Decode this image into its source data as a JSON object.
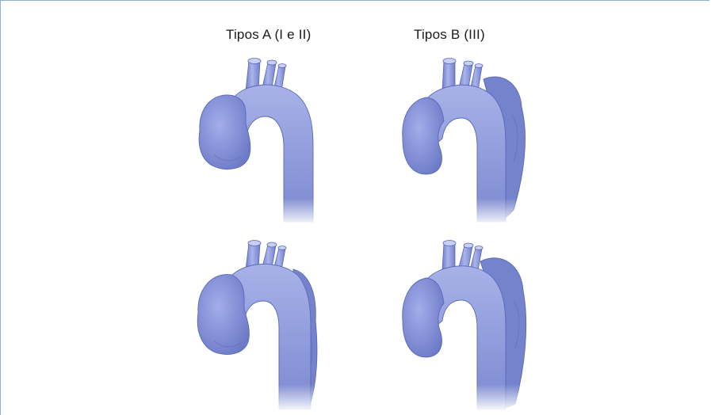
{
  "figure": {
    "labels": {
      "type_a": "Tipos A (I e II)",
      "type_b": "Tipos B (III)"
    },
    "panels": [
      {
        "column": "type_a",
        "row": 1,
        "dissection": "ascending-arch"
      },
      {
        "column": "type_b",
        "row": 1,
        "dissection": "descending"
      },
      {
        "column": "type_a",
        "row": 2,
        "dissection": "ascending-arch-descending"
      },
      {
        "column": "type_b",
        "row": 2,
        "dissection": "descending-from-arch"
      }
    ]
  },
  "colors": {
    "aorta_fill": "#8593d8",
    "aorta_light": "#aab4ea",
    "aorta_stroke": "#5a68b8",
    "false_lumen": "#7a88d2",
    "frame_border": "#8fb0c9"
  }
}
